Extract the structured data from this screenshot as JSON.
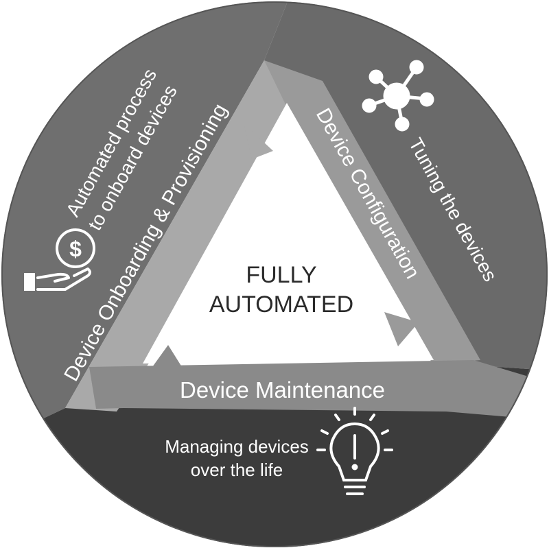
{
  "center": {
    "line1": "FULLY",
    "line2": "AUTOMATED"
  },
  "bands": {
    "onboarding": "Device Onboarding & Provisioning",
    "configuration": "Device Configuration",
    "maintenance": "Device Maintenance"
  },
  "segments": {
    "onboarding_desc_line1": "Automated process",
    "onboarding_desc_line2": "to onboard devices",
    "configuration_desc": "Tuning the devices",
    "maintenance_desc_line1": "Managing devices",
    "maintenance_desc_line2": "over the life"
  },
  "icons": {
    "onboarding": "hand-dollar-icon",
    "configuration": "network-hub-icon",
    "maintenance": "lightbulb-alert-icon"
  },
  "colors": {
    "segment_left": "#6f6f6f",
    "segment_right": "#6a6a6a",
    "segment_bottom": "#3c3c3c",
    "band_left": "#a9a9a9",
    "band_right": "#9a9a9a",
    "band_bottom": "#8a8a8a",
    "center": "#ffffff",
    "center_text": "#2a2a2a"
  }
}
